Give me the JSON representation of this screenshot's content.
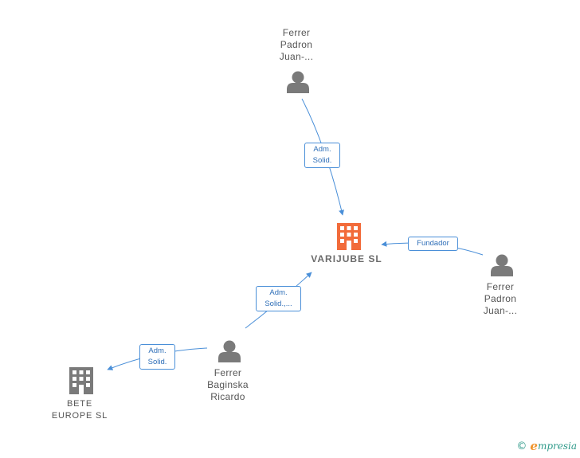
{
  "nodes": {
    "varijube": {
      "lines": [
        "VARIJUBE  SL"
      ]
    },
    "ferrer_padron_top": {
      "lines": [
        "Ferrer",
        "Padron",
        "Juan-..."
      ]
    },
    "ferrer_padron_right": {
      "lines": [
        "Ferrer",
        "Padron",
        "Juan-..."
      ]
    },
    "ferrer_baginska": {
      "lines": [
        "Ferrer",
        "Baginska",
        "Ricardo"
      ]
    },
    "bete_europe": {
      "lines": [
        "BETE",
        "EUROPE  SL"
      ]
    }
  },
  "edges": {
    "adm_solid_top": {
      "lines": [
        "Adm.",
        "Solid."
      ]
    },
    "fundador": {
      "lines": [
        "Fundador"
      ]
    },
    "adm_solid_mid": {
      "lines": [
        "Adm.",
        "Solid.,..."
      ]
    },
    "adm_solid_left": {
      "lines": [
        "Adm.",
        "Solid."
      ]
    }
  },
  "colors": {
    "main_company": "#f26b3a",
    "company": "#7a7a7a",
    "person": "#7a7a7a",
    "edge": "#4a8fd8"
  },
  "icons": {
    "company": "building-icon",
    "person": "person-icon"
  },
  "brand": {
    "copyright": "©",
    "initial": "e",
    "name": "mpresia"
  }
}
